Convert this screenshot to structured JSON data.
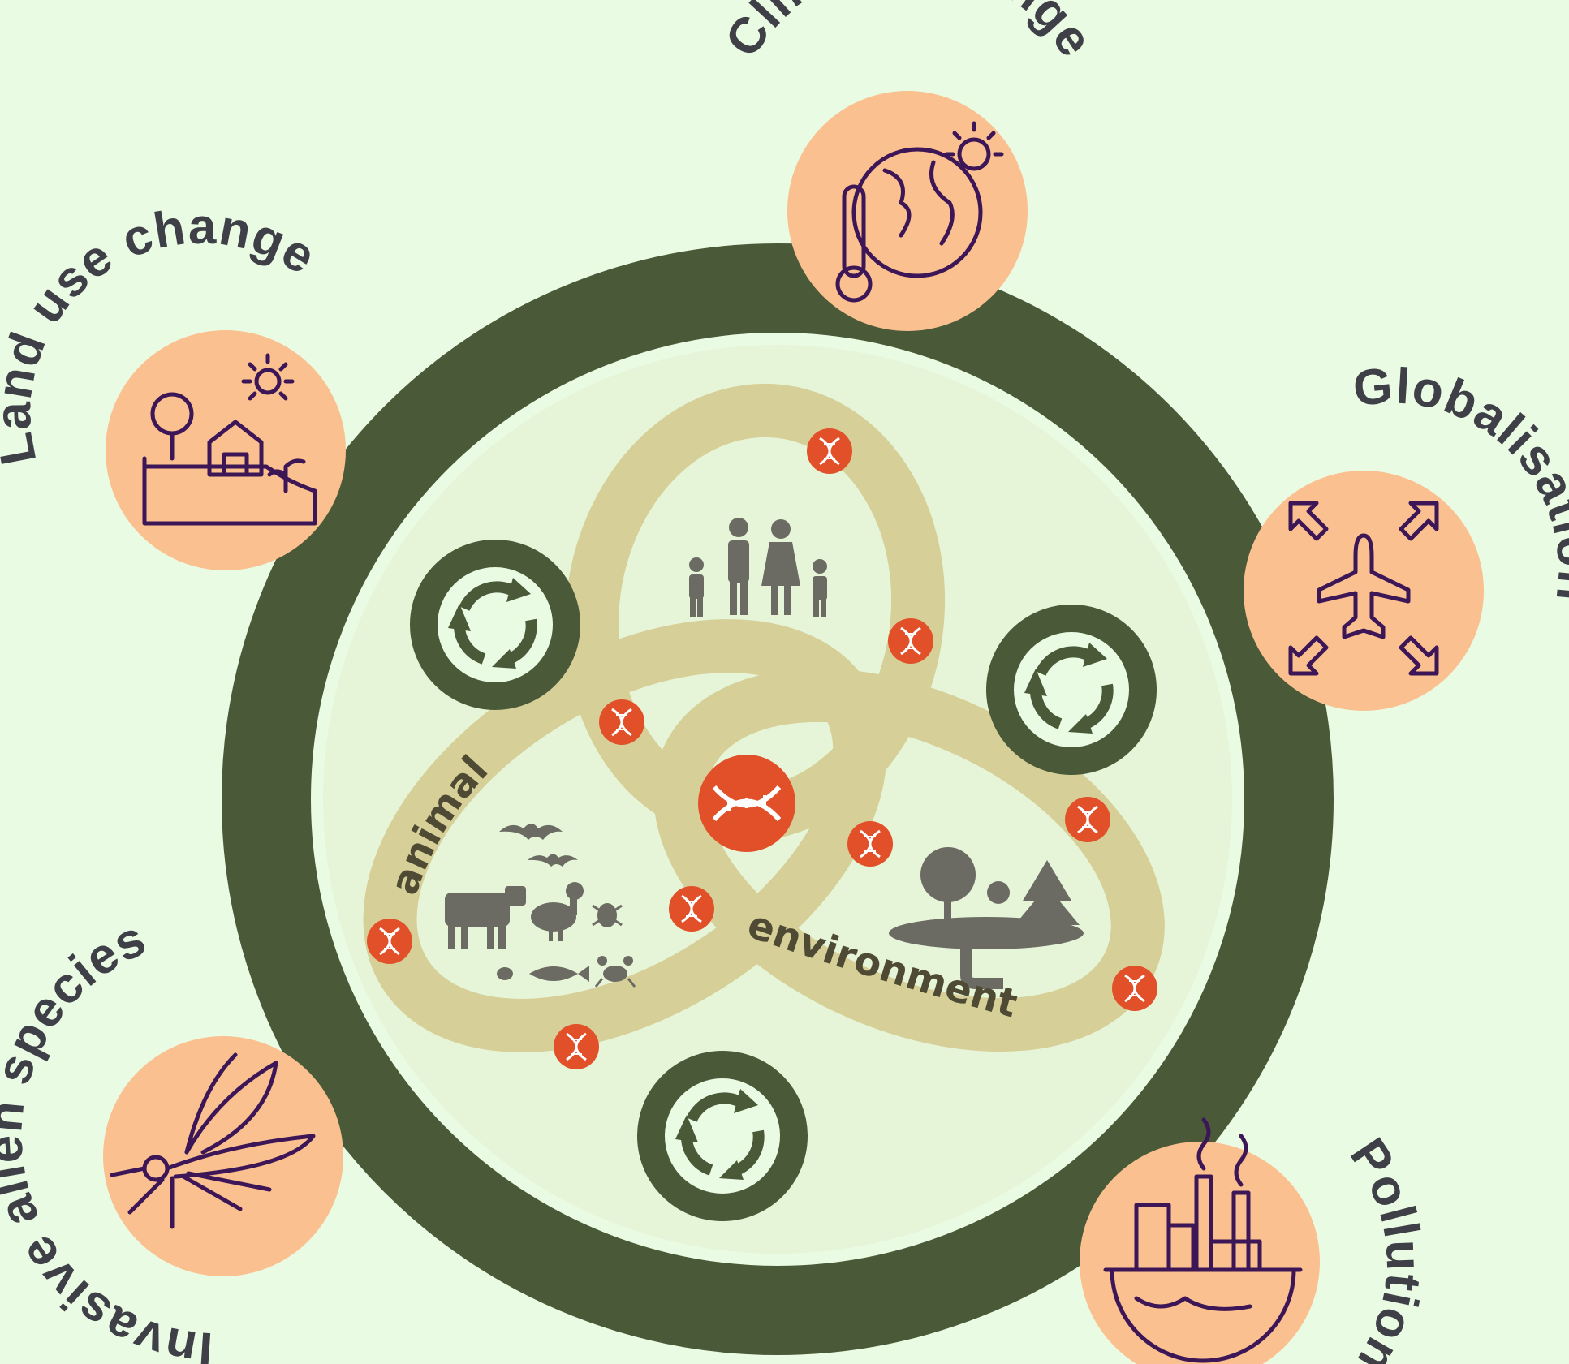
{
  "colors": {
    "background": "#eafbe4",
    "outer_ring": "#4a5a38",
    "inner_band": "#d6cf98",
    "badge": "#fac08f",
    "icon": "#3c1656",
    "dna_badge": "#e2502a",
    "silhouette": "#6b6b63",
    "label_text": "#3f3f47"
  },
  "drivers": [
    {
      "id": "climate",
      "label": "Climate change",
      "icon": "globe-thermometer-icon"
    },
    {
      "id": "landuse",
      "label": "Land use change",
      "icon": "landscape-house-icon"
    },
    {
      "id": "globalisation",
      "label": "Globalisation",
      "icon": "airplane-arrows-icon"
    },
    {
      "id": "invasive",
      "label": "Invasive alien species",
      "icon": "mosquito-icon"
    },
    {
      "id": "pollution",
      "label": "Pollution",
      "icon": "factory-globe-icon"
    }
  ],
  "domains": {
    "animal": "animal",
    "environment": "environment",
    "human_icon": "family-icon"
  }
}
